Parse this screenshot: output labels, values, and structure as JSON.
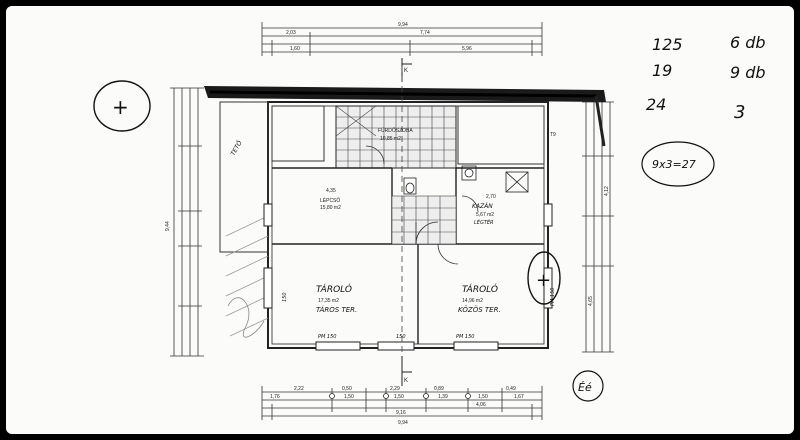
{
  "plan": {
    "dims_top": {
      "overall": "9,94",
      "row2_a": "2,03",
      "row2_b": "7,74",
      "row3_a": "1,60",
      "row3_b": "5,96"
    },
    "dims_bottom": {
      "row1": [
        "2,22",
        "0,50",
        "2,29",
        "0,89",
        "0,49"
      ],
      "row2": [
        "1,76",
        "1,50",
        "1,50",
        "1,39",
        "1,50",
        "1,67"
      ],
      "row3_a": "9,16",
      "row3_b": "4,06",
      "overall": "9,94"
    },
    "dims_side": {
      "left_total": "9,44",
      "right_a": "4,12",
      "right_b": "4,65"
    },
    "rooms": {
      "bathroom": {
        "name": "FÜRDŐSZOBA",
        "area": "10,85 m2"
      },
      "hall": {
        "name": "LÉPCSŐ",
        "area": "15,80 m2",
        "width": "4,35"
      },
      "kitchen": {
        "name": "KAZÁN",
        "area": "5,67 m2",
        "note": "LÉGTÉR",
        "width": "2,70"
      },
      "storage_left": {
        "name": "TÁROLÓ",
        "area": "17,35 m2",
        "note": "TÁROS TER."
      },
      "storage_right": {
        "name": "TÁROLÓ",
        "area": "14,96 m2",
        "note": "KÖZÖS TER."
      }
    },
    "window_labels": {
      "w1": "PM  150",
      "w2": "150",
      "w3": "PM  150",
      "w4": "150",
      "w5": "PM  150"
    },
    "handwritten": {
      "circle_left": "+",
      "circle_right": "+",
      "note_l1_a": "125",
      "note_l1_b": "6 db",
      "note_l2_a": "19",
      "note_l2_b": "9 db",
      "note_l3_a": "24",
      "note_l3_b": "3",
      "formula": "9x3=27",
      "stamp": "Éé",
      "side_label": "TETŐ",
      "wall_label": "T9",
      "k_top": "K",
      "k_bottom": "K"
    }
  }
}
